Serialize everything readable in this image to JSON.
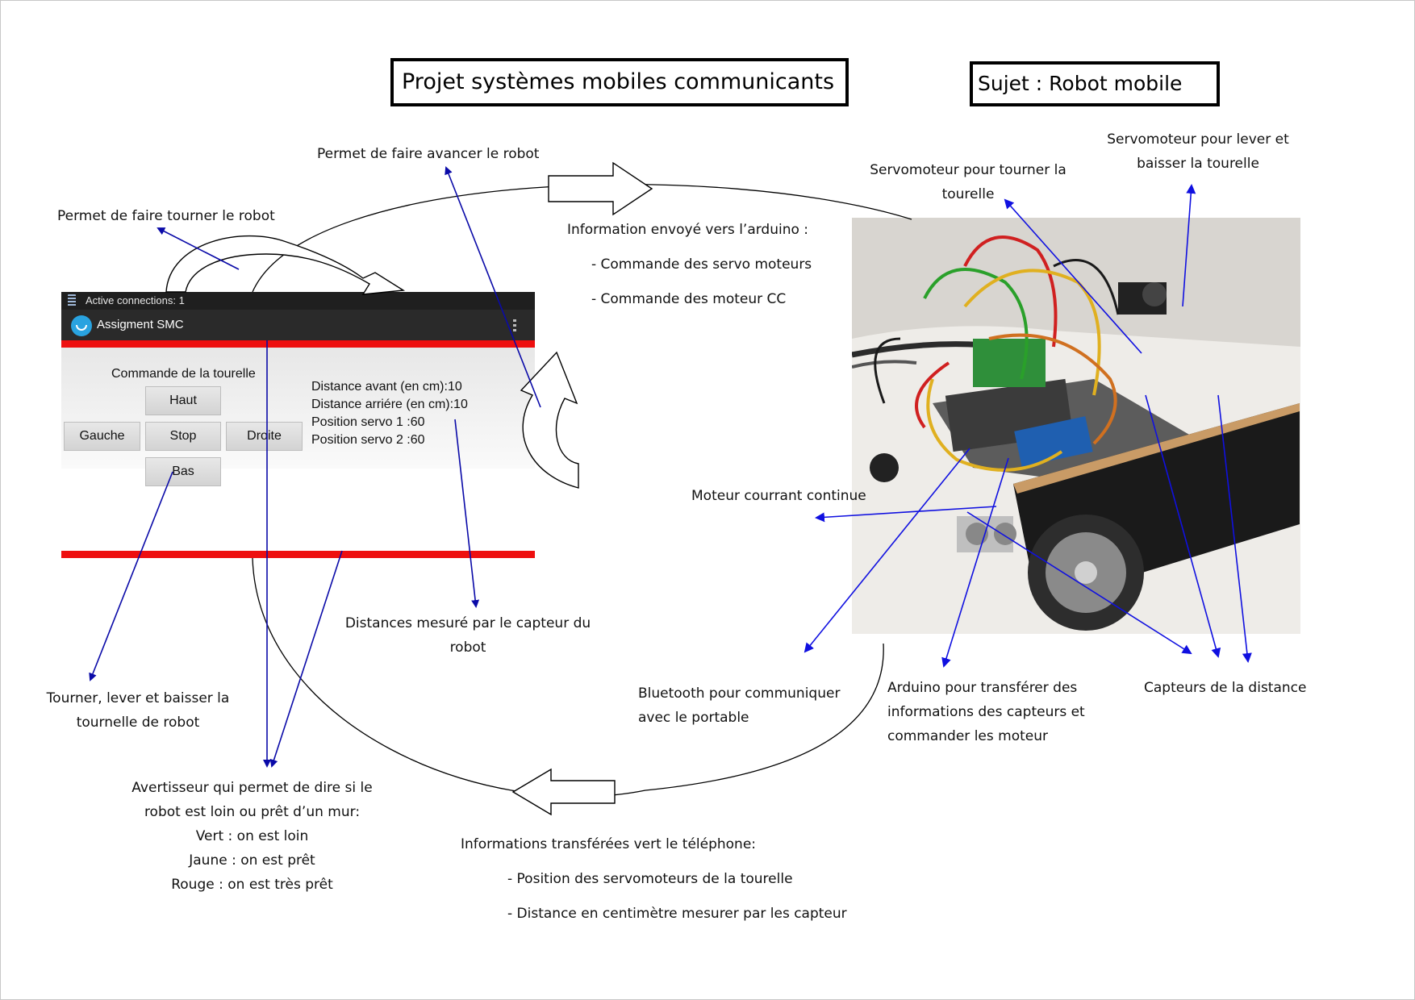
{
  "title": "Projet systèmes mobiles communicants",
  "subject": "Sujet : Robot mobile",
  "labels": {
    "avancer": "Permet de faire avancer le robot",
    "tourner": "Permet de faire tourner le robot",
    "info_arduino": "Information envoyé vers l’arduino :",
    "info_arduino_1": "- Commande des servo moteurs",
    "info_arduino_2": "- Commande des moteur CC",
    "servo_tourner": [
      "Servomoteur  pour tourner la",
      "tourelle"
    ],
    "servo_lever": [
      "Servomoteur pour lever et",
      "baisser la tourelle"
    ],
    "moteur": "Moteur courrant continue",
    "distances": [
      "Distances mesuré par le capteur du",
      "robot"
    ],
    "tourelle": [
      "Tourner, lever et baisser la",
      "tournelle de robot"
    ],
    "bluetooth": [
      "Bluetooth pour communiquer",
      "avec le portable"
    ],
    "arduino": [
      "Arduino pour transférer des",
      "informations des capteurs et",
      "commander les moteur"
    ],
    "capteurs": "Capteurs de la distance",
    "avertisseur": [
      "Avertisseur qui permet de dire si le",
      "robot est loin ou prêt d’un mur:",
      "Vert : on est loin",
      "Jaune : on est prêt",
      "Rouge : on est très prêt"
    ],
    "info_tel": "Informations transférées vert le téléphone:",
    "info_tel_1": "- Position des servomoteurs de la tourelle",
    "info_tel_2": "-  Distance en centimètre mesurer par les capteur"
  },
  "app": {
    "status": "Active connections: 1",
    "title": "Assigment SMC",
    "turret_heading": "Commande de la tourelle",
    "buttons": {
      "up": "Haut",
      "left": "Gauche",
      "stop": "Stop",
      "right": "Droite",
      "down": "Bas"
    },
    "readouts": [
      "Distance avant (en cm):10",
      "Distance arriére (en cm):10",
      "Position servo 1 :60",
      "Position servo 2 :60"
    ]
  },
  "colors": {
    "arrow": "#0a0aa8",
    "pointer": "#1010e0",
    "app_red": "#ee0f0f"
  }
}
